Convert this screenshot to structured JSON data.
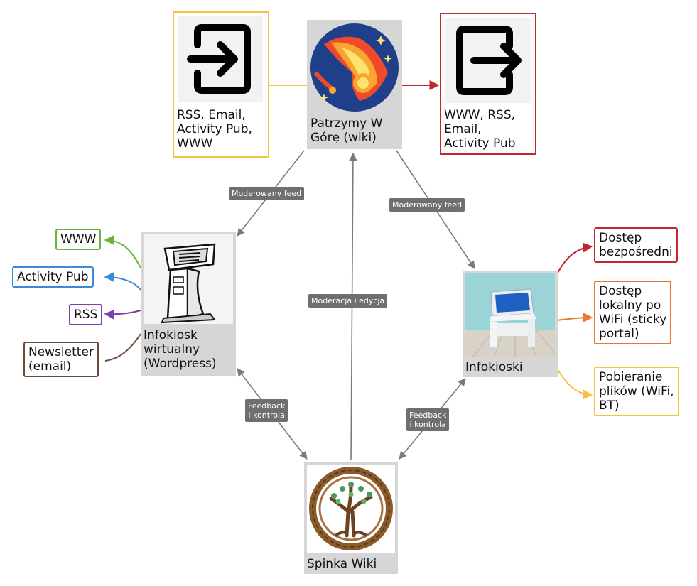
{
  "nodes": {
    "main": {
      "label": "Patrzymy W\nGórę (wiki)",
      "icon": "comet-fire-icon"
    },
    "input": {
      "label": "RSS, Email,\nActivity Pub,\nWWW",
      "icon": "sign-in-arrow-icon",
      "color": "#f5c242"
    },
    "output": {
      "label": "WWW, RSS,\nEmail,\nActivity Pub",
      "icon": "sign-out-arrow-icon",
      "color": "#c0282d"
    },
    "virtual_kiosk": {
      "label": "Infokiosk\nwirtualny\n(Wordpress)",
      "icon": "kiosk-terminal-icon"
    },
    "kiosks": {
      "label": "Infokioski",
      "icon": "kiosk-photo-icon"
    },
    "spinka": {
      "label": "Spinka Wiki",
      "icon": "celtic-tree-icon"
    }
  },
  "virtual_outputs": [
    {
      "label": "WWW",
      "color": "#6ab43a"
    },
    {
      "label": "Activity Pub",
      "color": "#3a8ad8"
    },
    {
      "label": "RSS",
      "color": "#7f3fa8"
    },
    {
      "label": "Newsletter\n(email)",
      "color": "#6b4a3a"
    }
  ],
  "kiosk_outputs": [
    {
      "label": "Dostęp\nbezpośredni",
      "color": "#c0282d"
    },
    {
      "label": "Dostęp\nlokalny po\nWiFi (sticky\nportal)",
      "color": "#e8782f"
    },
    {
      "label": "Pobieranie\nplików (WiFi,\nBT)",
      "color": "#f5c242"
    }
  ],
  "edge_labels": {
    "moderated_left": "Moderowany feed",
    "moderated_right": "Moderowany feed",
    "moderation_edit": "Moderacja i edycja",
    "feedback_left": "Feedback\ni kontrola",
    "feedback_right": "Feedback\ni kontrola"
  },
  "colors": {
    "arrow_gray": "#7a7a7a",
    "node_gray": "#d6d6d6",
    "label_bg": "#6f6f6f"
  }
}
